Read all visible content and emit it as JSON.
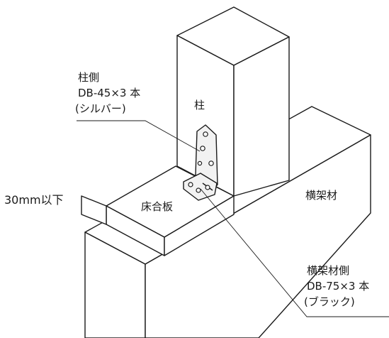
{
  "labels": {
    "column_side_title": "柱側",
    "column_side_screw": "DB-45×3 本",
    "column_side_color": "(シルバー)",
    "column": "柱",
    "gap_limit": "30mm以下",
    "floor_board": "床合板",
    "beam": "横架材",
    "beam_side_title": "横架材側",
    "beam_side_screw": "DB-75×3 本",
    "beam_side_color": "(ブラック)"
  },
  "colors": {
    "line": "#1a1a1a",
    "fill": "#ffffff",
    "bracket": "#f2f2f2"
  }
}
